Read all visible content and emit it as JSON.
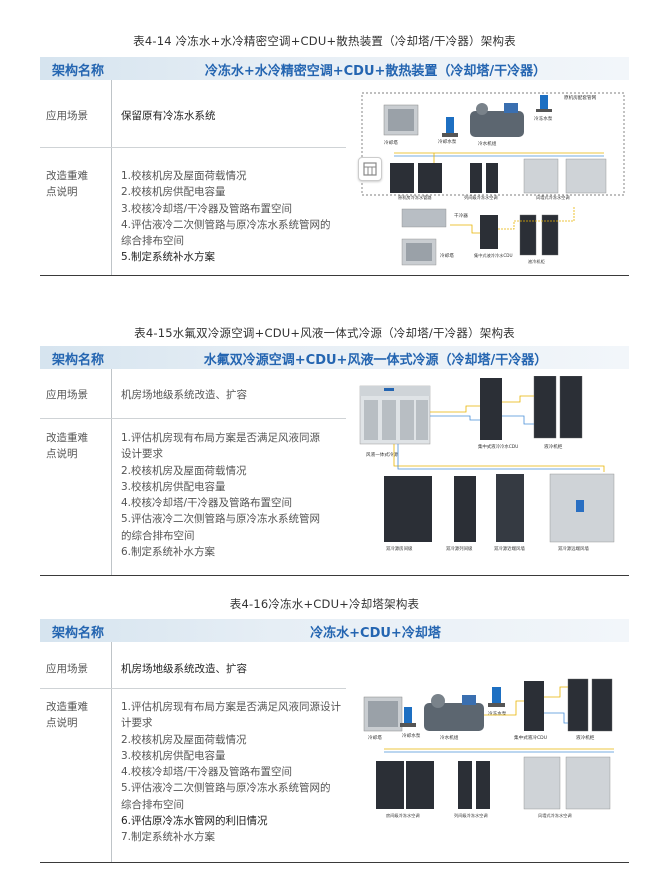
{
  "tables": [
    {
      "caption": "表4-14 冷冻水+水冷精密空调+CDU+散热装置（冷却塔/干冷器）架构表",
      "header_key": "架构名称",
      "header_value": "冷冻水+水冷精密空调+CDU+散热装置（冷却塔/干冷器）",
      "scenario_label": "应用场景",
      "scenario": "保留原有冷冻水系统",
      "points_label": [
        "改造重难",
        "点说明"
      ],
      "points": [
        "1.校核机房及屋面荷载情况",
        "2.校核机房供配电容量",
        "3.校核冷却塔/干冷器及管路布置空间",
        "4.评估液冷二次侧管路与原冷冻水系统管网的",
        "综合排布空间",
        "5.制定系统补水方案"
      ],
      "figure_labels": {
        "pump_top": "原机房配套管网",
        "tower": "冷却塔",
        "cooling_pump": "冷却水泵",
        "chiller": "冷水机组",
        "chw_pump": "冷冻水泵",
        "ahu1": "原机房冷冻水管路",
        "ahu2": "列间级冷冻水空调",
        "ahu3": "风墙式冷冻水空调",
        "dry_cooler": "干冷器",
        "tower2": "冷却塔",
        "cdu": "集中式液冷冷水CDU",
        "rack": "液冷机柜"
      }
    },
    {
      "caption": "表4-15水氟双冷源空调+CDU+风液一体式冷源（冷却塔/干冷器）架构表",
      "header_key": "架构名称",
      "header_value": "水氟双冷源空调+CDU+风液一体式冷源（冷却塔/干冷器）",
      "scenario_label": "应用场景",
      "scenario": "机房场地级系统改造、扩容",
      "points_label": [
        "改造重难",
        "点说明"
      ],
      "points": [
        "1.评估机房现有布局方案是否满足风液同源",
        "设计要求",
        "2.校核机房及屋面荷载情况",
        "3.校核机房供配电容量",
        "4.校核冷却塔/干冷器及管路布置空间",
        "5.评估液冷二次侧管路与原冷冻水系统管网",
        "的综合排布空间",
        "6.制定系统补水方案"
      ],
      "figure_labels": {
        "source": "风液一体式冷源",
        "cdu": "集中式液冷冷水CDU",
        "rack": "液冷机柜",
        "u1": "双冷源房间级",
        "u2": "双冷源列间级",
        "u3": "双冷源近端风墙",
        "u4": "双冷源远端风墙"
      }
    },
    {
      "caption": "表4-16冷冻水+CDU+冷却塔架构表",
      "header_key": "架构名称",
      "header_value": "冷冻水+CDU+冷却塔",
      "scenario_label": "应用场景",
      "scenario": "机房场地级系统改造、扩容",
      "points_label": [
        "改造重难",
        "点说明"
      ],
      "points": [
        "1.评估机房现有布局方案是否满足风液同源设计",
        "计要求",
        "2.校核机房及屋面荷载情况",
        "3.校核机房供配电容量",
        "4.校核冷却塔/干冷器及管路布置空间",
        "5.评估液冷二次侧管路与原冷冻水系统管网的",
        "综合排布空间",
        "6.评估原冷冻水管网的利旧情况",
        "7.制定系统补水方案"
      ],
      "figure_labels": {
        "tower": "冷却塔",
        "cooling_pump": "冷却水泵",
        "chiller": "冷水机组",
        "chw_pump": "冷冻水泵",
        "cdu": "集中式液冷CDU",
        "rack": "液冷机柜",
        "ahu1": "房间级冷冻水空调",
        "ahu2": "列间级冷冻水空调",
        "ahu3": "风墙式冷冻水空调"
      }
    }
  ],
  "colors": {
    "header_text": "#2465b1",
    "header_bg": "#d6e4ef",
    "pipe_yellow": "#e8b400",
    "pipe_blue": "#4a90d9",
    "cabinet_dark": "#2b2f36",
    "pump_blue": "#1d6fc2"
  },
  "icons": [
    "expand-icon"
  ]
}
